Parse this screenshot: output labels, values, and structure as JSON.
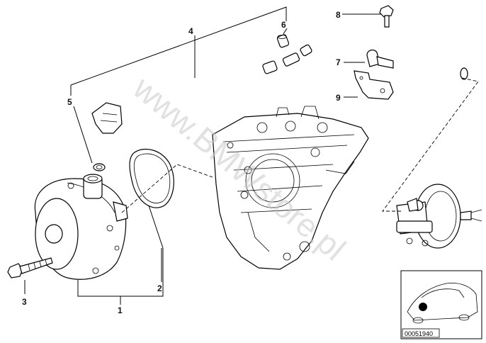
{
  "callouts": [
    {
      "label": "1"
    },
    {
      "label": "2"
    },
    {
      "label": "3"
    },
    {
      "label": "4"
    },
    {
      "label": "5"
    },
    {
      "label": "6"
    },
    {
      "label": "7"
    },
    {
      "label": "8"
    },
    {
      "label": "9"
    }
  ],
  "watermark": "www.BMWstore.pl",
  "thumbnail": {
    "ref_code": "00051940"
  }
}
